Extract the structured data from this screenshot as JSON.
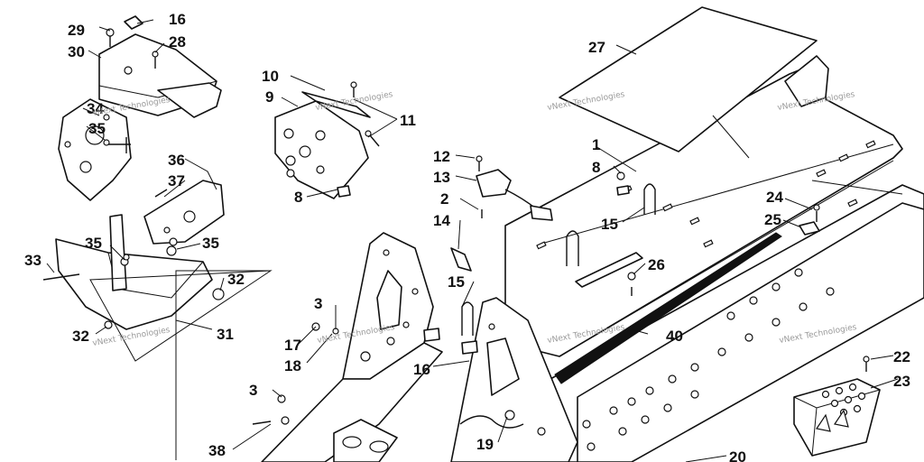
{
  "watermarks": [
    "vNext Technologies",
    "vNext Technologies",
    "vNext Technologies",
    "vNext Technologies",
    "vNext Technologies",
    "vNext Technologies",
    "vNext Technologies",
    "vNext Technologies"
  ],
  "callouts": {
    "c1": "1",
    "c2": "2",
    "c3a": "3",
    "c3b": "3",
    "c8a": "8",
    "c8b": "8",
    "c9": "9",
    "c10": "10",
    "c11": "11",
    "c12": "12",
    "c13": "13",
    "c14": "14",
    "c15a": "15",
    "c15b": "15",
    "c16a": "16",
    "c16b": "16",
    "c17": "17",
    "c18": "18",
    "c19": "19",
    "c20": "20",
    "c22": "22",
    "c23": "23",
    "c24": "24",
    "c25": "25",
    "c26": "26",
    "c27": "27",
    "c28": "28",
    "c29": "29",
    "c30": "30",
    "c31": "31",
    "c32a": "32",
    "c32b": "32",
    "c33": "33",
    "c34": "34",
    "c35a": "35",
    "c35b": "35",
    "c35c": "35",
    "c36": "36",
    "c37": "37",
    "c38": "38",
    "c40": "40"
  }
}
